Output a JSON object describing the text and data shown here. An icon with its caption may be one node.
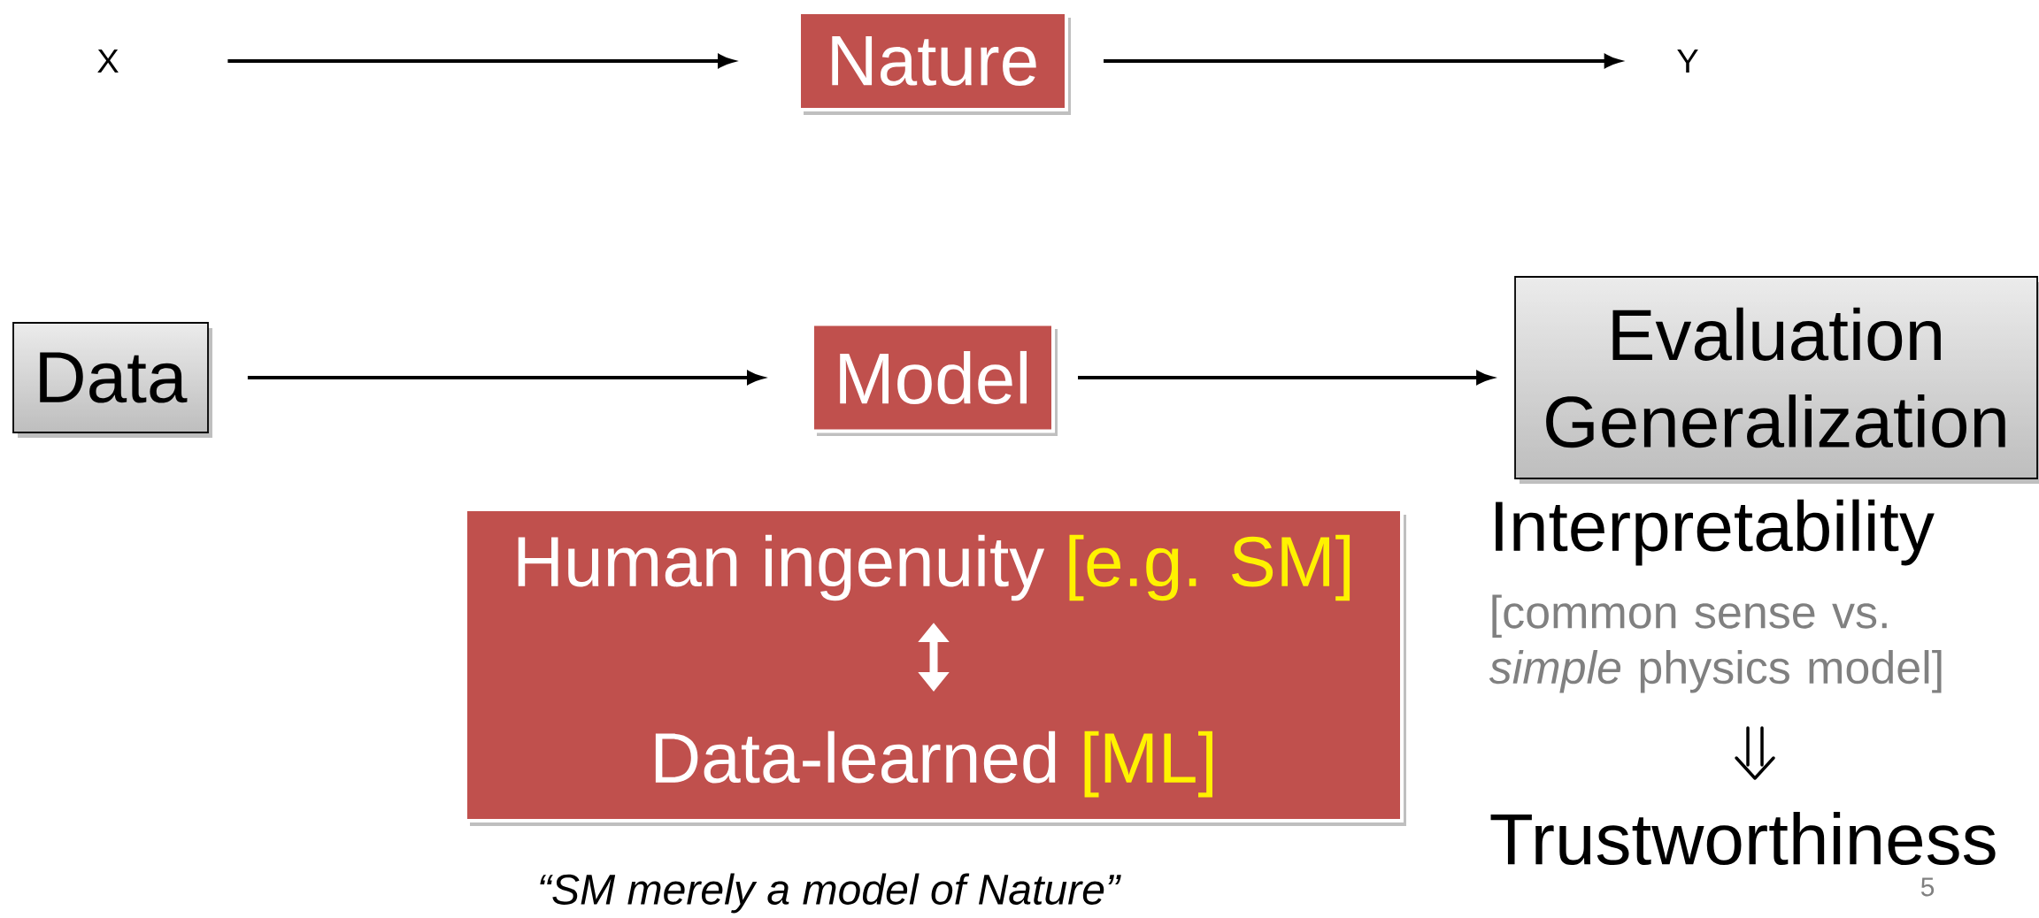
{
  "diagram": {
    "nodes": [
      {
        "text": [
          "X"
        ]
      },
      {
        "text": [
          "Nature"
        ]
      },
      {
        "text": [
          "Y"
        ]
      },
      {
        "text": [
          "Data"
        ]
      },
      {
        "text": [
          "Model"
        ]
      },
      {
        "text": [
          "Evaluation Generalization"
        ]
      },
      {
        "text": [
          "Human ingenuity",
          "[e.g. SM]",
          "Data-learned",
          "[ML]"
        ]
      }
    ],
    "edges": [
      {
        "from": 0,
        "to": 1,
        "arrow": "to"
      },
      {
        "from": 1,
        "to": 2,
        "arrow": "to"
      },
      {
        "from": 3,
        "to": 4,
        "arrow": "to"
      },
      {
        "from": 4,
        "to": 5,
        "arrow": "to"
      }
    ],
    "labels": [
      "Interpretability",
      "[common sense vs. *simple* physics model]",
      "Trustworthiness",
      "“SM merely a model of Nature”",
      "5"
    ]
  }
}
